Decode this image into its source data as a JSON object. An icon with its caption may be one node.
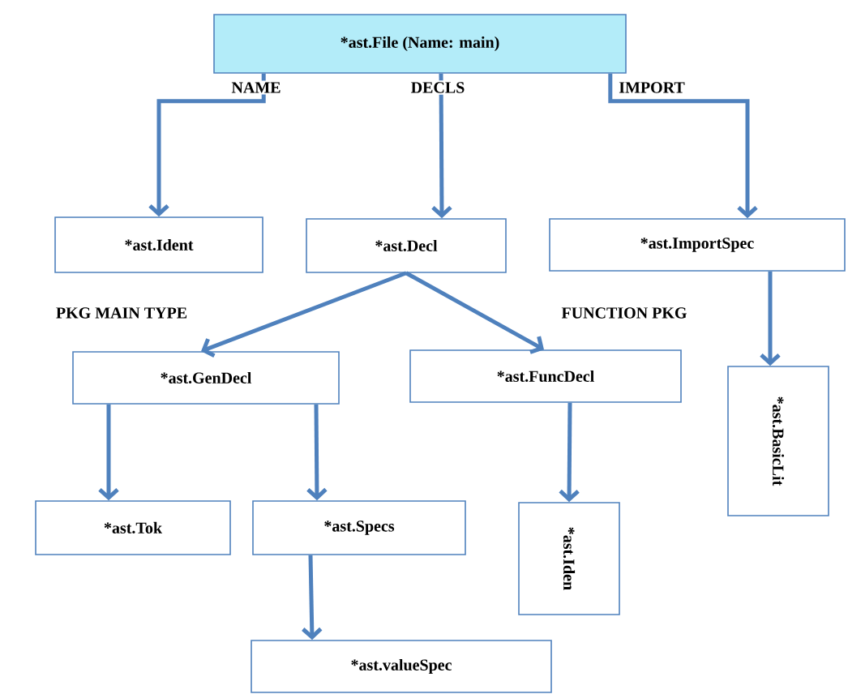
{
  "diagram": {
    "nodes": [
      {
        "text": [
          "*ast.File (Name: main)"
        ]
      },
      {
        "text": [
          "*ast.Ident"
        ]
      },
      {
        "text": [
          "*ast.Decl"
        ]
      },
      {
        "text": [
          "*ast.ImportSpec"
        ]
      },
      {
        "text": [
          "*ast.GenDecl"
        ]
      },
      {
        "text": [
          "*ast.FuncDecl"
        ]
      },
      {
        "text": [
          "*ast.BasicLit"
        ]
      },
      {
        "text": [
          "*ast.Tok"
        ]
      },
      {
        "text": [
          "*ast.Specs"
        ]
      },
      {
        "text": [
          "*ast.Iden"
        ]
      },
      {
        "text": [
          "*ast.valueSpec"
        ]
      }
    ],
    "edges": [
      {
        "from": 0,
        "to": 1,
        "arrow": "to",
        "label": "NAME"
      },
      {
        "from": 0,
        "to": 2,
        "arrow": "to",
        "label": "DECLS"
      },
      {
        "from": 0,
        "to": 3,
        "arrow": "to",
        "label": "IMPORT"
      },
      {
        "from": 2,
        "to": 4,
        "arrow": "to",
        "label": "PKG MAIN TYPE"
      },
      {
        "from": 2,
        "to": 5,
        "arrow": "to",
        "label": "FUNCTION PKG"
      },
      {
        "from": 3,
        "to": 6,
        "arrow": "to"
      },
      {
        "from": 4,
        "to": 7,
        "arrow": "to"
      },
      {
        "from": 4,
        "to": 8,
        "arrow": "to"
      },
      {
        "from": 5,
        "to": 9,
        "arrow": "to"
      },
      {
        "from": 8,
        "to": 10,
        "arrow": "to"
      }
    ]
  }
}
